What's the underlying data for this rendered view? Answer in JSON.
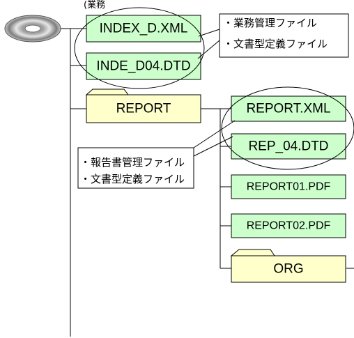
{
  "header_fragment": "(業務",
  "media": {
    "icon": "cd-disc-icon"
  },
  "colors": {
    "file_fill": "#ccffcc",
    "folder_fill": "#ffffcc",
    "stroke": "#000000"
  },
  "root_files": [
    {
      "name": "INDEX_D.XML"
    },
    {
      "name": "INDE_D04.DTD"
    }
  ],
  "root_note": {
    "lines": [
      "・業務管理ファイル",
      "・文書型定義ファイル"
    ]
  },
  "report_folder": {
    "name": "REPORT"
  },
  "report_files": [
    {
      "name": "REPORT.XML"
    },
    {
      "name": "REP_04.DTD"
    },
    {
      "name": "REPORT01.PDF"
    },
    {
      "name": "REPORT02.PDF"
    }
  ],
  "report_note": {
    "lines": [
      "・報告書管理ファイル",
      "・文書型定義ファイル"
    ]
  },
  "org_folder": {
    "name": "ORG"
  }
}
